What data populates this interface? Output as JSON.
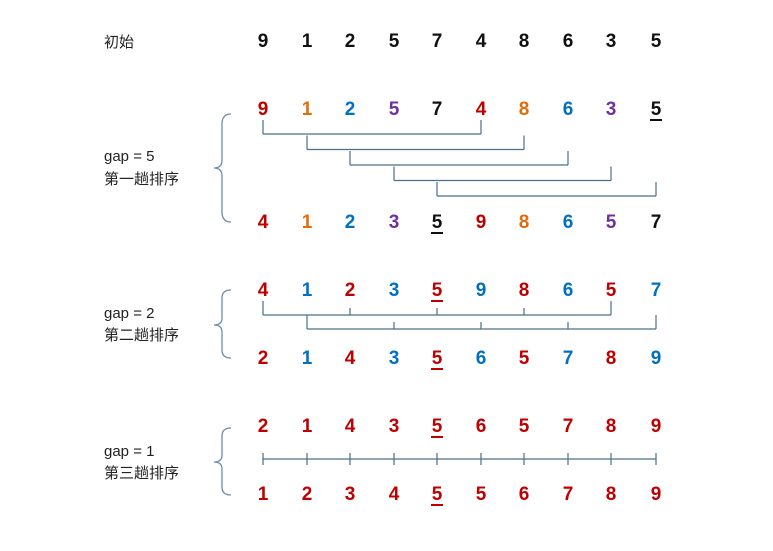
{
  "colors": {
    "black": "#111111",
    "red": "#c00000",
    "orange": "#e46c0a",
    "blue": "#0070c0",
    "purple": "#7030a0"
  },
  "initial": {
    "label": "初始",
    "values": [
      9,
      1,
      2,
      5,
      7,
      4,
      8,
      6,
      3,
      5
    ],
    "colors": [
      "black",
      "black",
      "black",
      "black",
      "black",
      "black",
      "black",
      "black",
      "black",
      "black"
    ],
    "underline": []
  },
  "passes": [
    {
      "gap_label": "gap = 5",
      "pass_label": "第一趟排序",
      "gap": 5,
      "before": {
        "values": [
          9,
          1,
          2,
          5,
          7,
          4,
          8,
          6,
          3,
          5
        ],
        "colors": [
          "red",
          "orange",
          "blue",
          "purple",
          "black",
          "red",
          "orange",
          "blue",
          "purple",
          "black"
        ],
        "underline": [
          9
        ]
      },
      "after": {
        "values": [
          4,
          1,
          2,
          3,
          5,
          9,
          8,
          6,
          5,
          7
        ],
        "colors": [
          "red",
          "orange",
          "blue",
          "purple",
          "black",
          "red",
          "orange",
          "blue",
          "purple",
          "black"
        ],
        "underline": [
          4
        ]
      }
    },
    {
      "gap_label": "gap = 2",
      "pass_label": "第二趟排序",
      "gap": 2,
      "before": {
        "values": [
          4,
          1,
          2,
          3,
          5,
          9,
          8,
          6,
          5,
          7
        ],
        "colors": [
          "red",
          "blue",
          "red",
          "blue",
          "red",
          "blue",
          "red",
          "blue",
          "red",
          "blue"
        ],
        "underline": [
          4
        ]
      },
      "after": {
        "values": [
          2,
          1,
          4,
          3,
          5,
          6,
          5,
          7,
          8,
          9
        ],
        "colors": [
          "red",
          "blue",
          "red",
          "blue",
          "red",
          "blue",
          "red",
          "blue",
          "red",
          "blue"
        ],
        "underline": [
          4
        ]
      }
    },
    {
      "gap_label": "gap = 1",
      "pass_label": "第三趟排序",
      "gap": 1,
      "before": {
        "values": [
          2,
          1,
          4,
          3,
          5,
          6,
          5,
          7,
          8,
          9
        ],
        "colors": [
          "red",
          "red",
          "red",
          "red",
          "red",
          "red",
          "red",
          "red",
          "red",
          "red"
        ],
        "underline": [
          4
        ]
      },
      "after": {
        "values": [
          1,
          2,
          3,
          4,
          5,
          5,
          6,
          7,
          8,
          9
        ],
        "colors": [
          "red",
          "red",
          "red",
          "red",
          "red",
          "red",
          "red",
          "red",
          "red",
          "red"
        ],
        "underline": [
          4
        ]
      }
    }
  ]
}
